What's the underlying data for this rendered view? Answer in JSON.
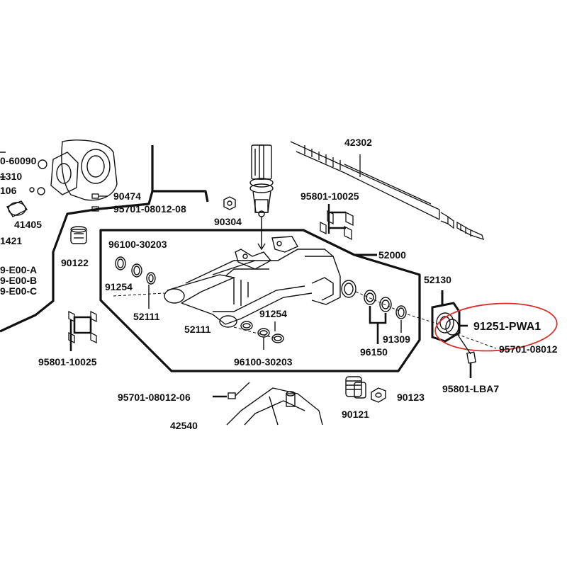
{
  "labels": {
    "top_left_1": "0-60090",
    "top_left_2": "1310",
    "top_left_3": "106",
    "top_left_4": "41405",
    "top_left_5": "1421",
    "top_left_6": "90122",
    "top_left_7": "9-E00-A",
    "top_left_8": "9-E00-B",
    "top_left_9": "9-E00-C",
    "p90474": "90474",
    "p95701_08012_08": "95701-08012-08",
    "p90304": "90304",
    "p42302": "42302",
    "p95801_10025_right": "95801-10025",
    "p52000": "52000",
    "p96100_30203_top": "96100-30203",
    "p91254_left": "91254",
    "p52111_left": "52111",
    "p52111_bottom": "52111",
    "p91254_bottom": "91254",
    "p96100_30203_bottom": "96100-30203",
    "p96150": "96150",
    "p91309": "91309",
    "p52130": "52130",
    "p91251_pwa1": "91251-PWA1",
    "p95701_08012_right": "95701-08012",
    "p95801_lba7": "95801-LBA7",
    "p95801_10025_left": "95801-10025",
    "p95701_08012_06": "95701-08012-06",
    "p90121": "90121",
    "p90123": "90123",
    "p42540": "42540"
  },
  "colors": {
    "line": "#111111",
    "highlight": "#d9302c",
    "background": "#ffffff"
  }
}
